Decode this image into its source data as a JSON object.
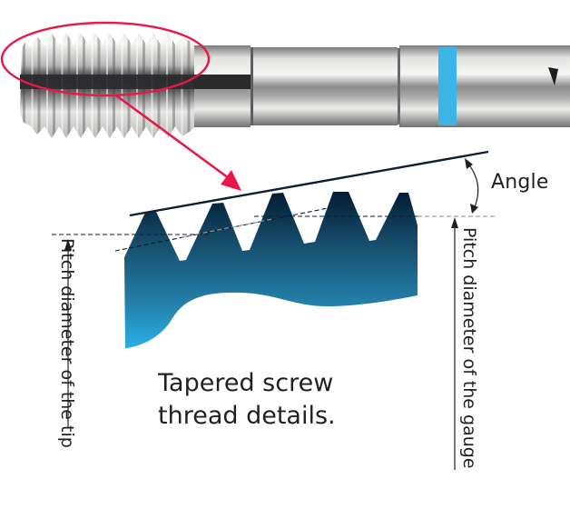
{
  "figure": {
    "title": "Tapered screw thread details",
    "caption_lines": [
      "Tapered screw",
      "thread details."
    ],
    "labels": {
      "angle": "Angle",
      "pitch_tip": "Pitch diameter of the tip",
      "pitch_gauge": "Pitch diameter of the gauge"
    },
    "tool": {
      "name": "tap",
      "band_color": "#3cb4e6",
      "highlight_color": "#e8194a"
    },
    "colors": {
      "profile_top": "#04213a",
      "profile_bottom": "#2aa6dc",
      "line": "#0d1f33",
      "callout": "#e8194a"
    }
  }
}
